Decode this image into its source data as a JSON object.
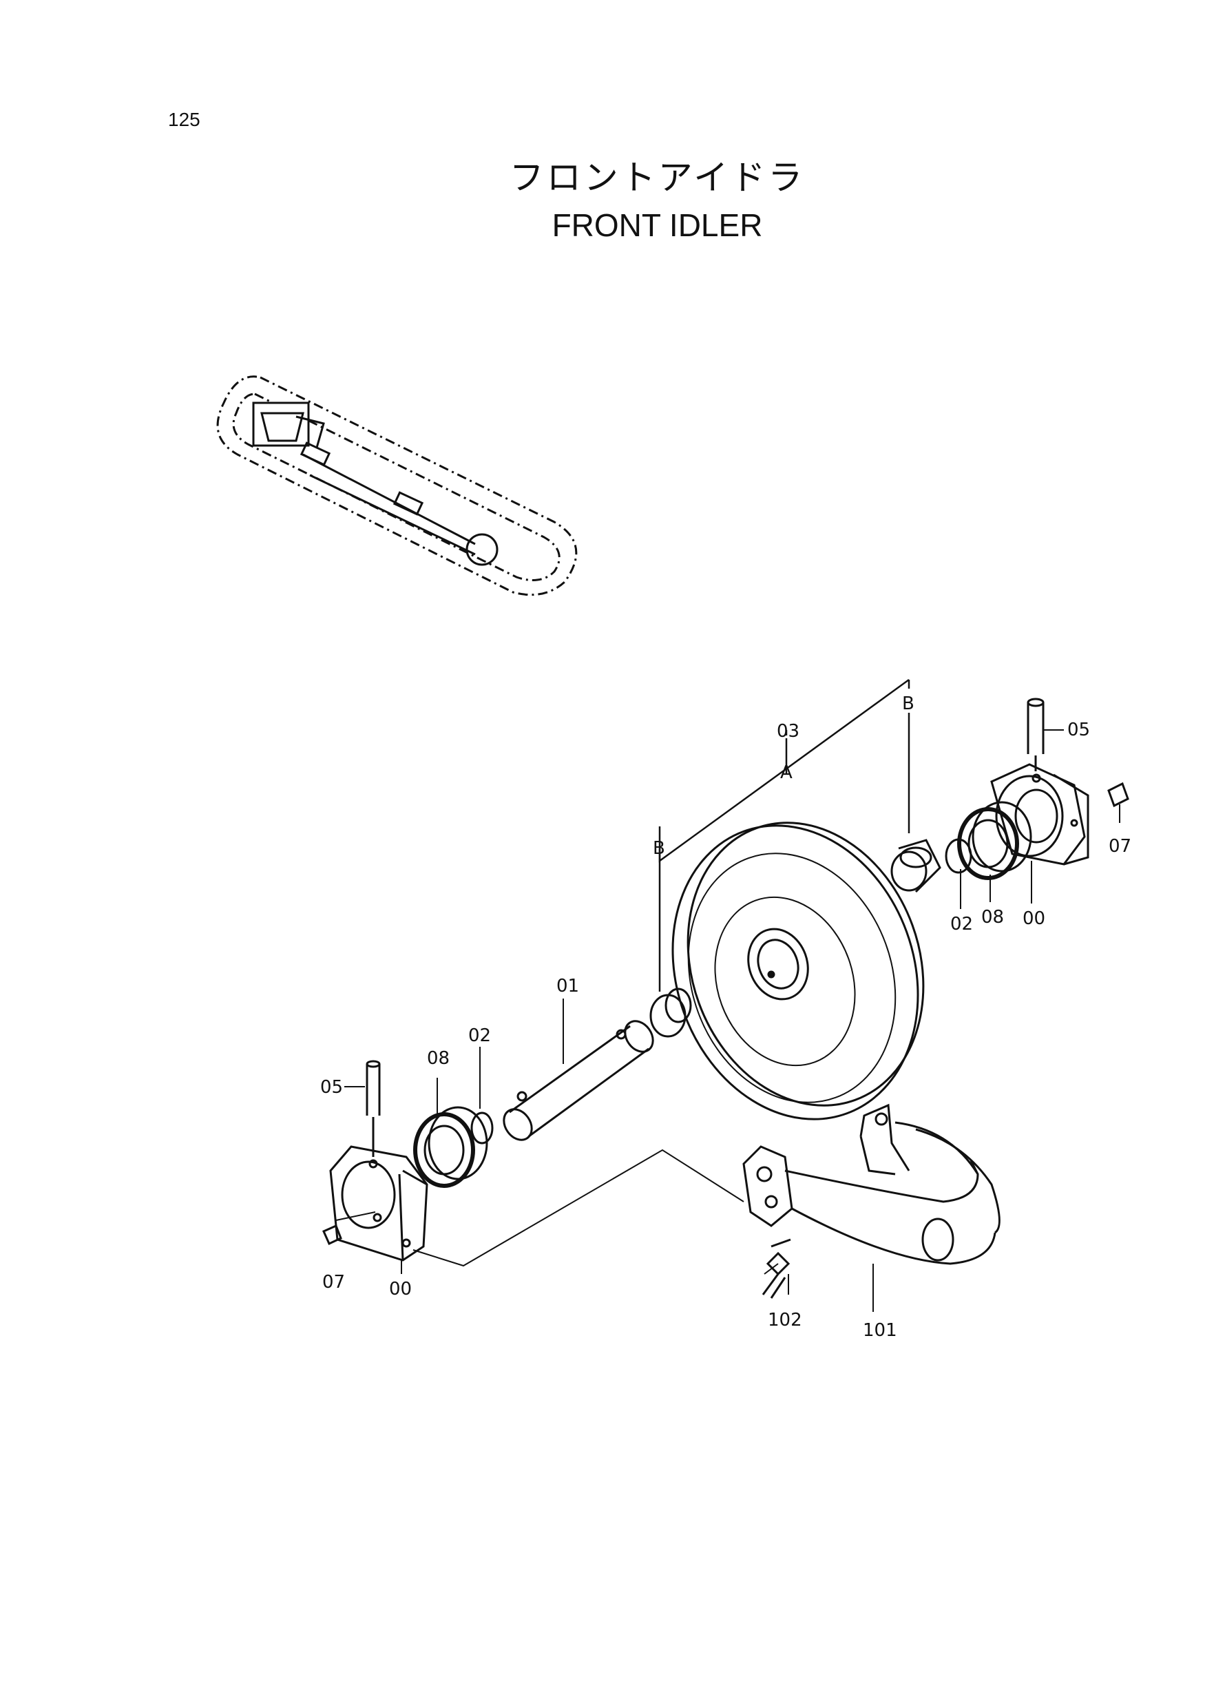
{
  "page": {
    "number": "125"
  },
  "title": {
    "japanese": "フロントアイドラ",
    "english": "FRONT IDLER"
  },
  "callouts": {
    "shaft": "01",
    "bushing_left": "02",
    "bushing_right": "02",
    "idler_wheel": "03",
    "pin_left": "05",
    "pin_right": "05",
    "plug_left": "07",
    "plug_right": "07",
    "seal_left": "08",
    "seal_right": "08",
    "bearing_left": "00",
    "bearing_right": "00",
    "yoke": "101",
    "bolt": "102",
    "ref_a": "A",
    "ref_b_left": "B",
    "ref_b_right": "B"
  }
}
